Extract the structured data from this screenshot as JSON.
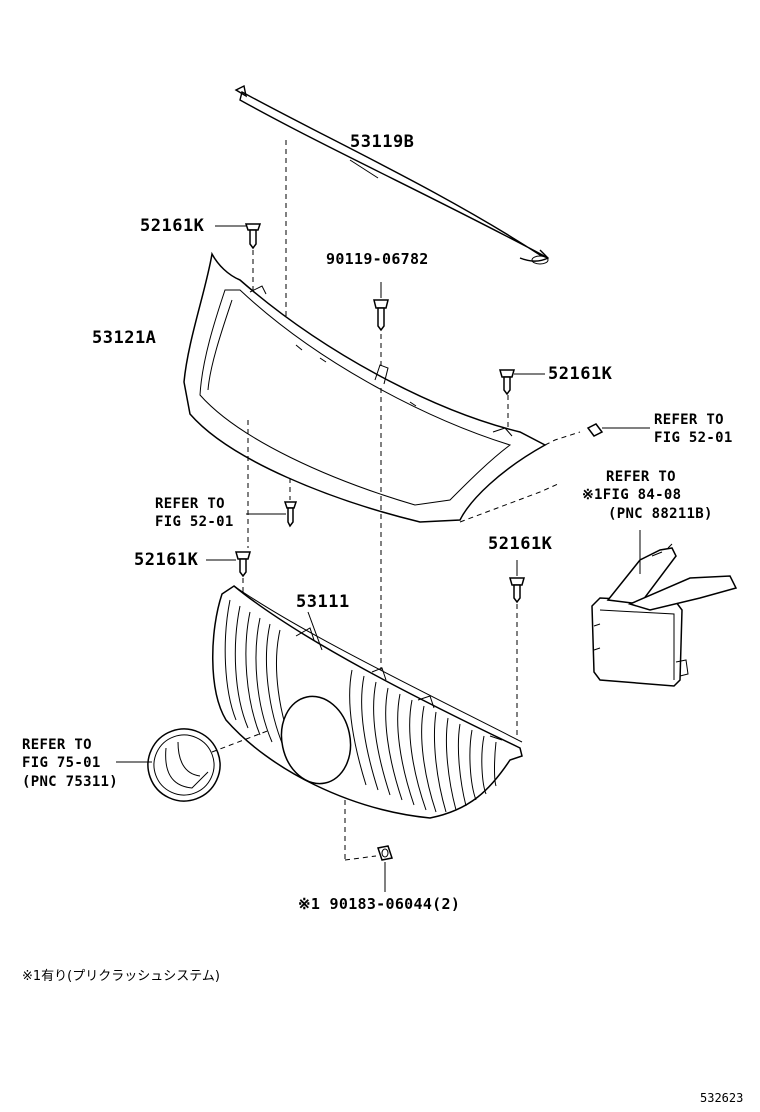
{
  "parts": {
    "molding": "53119B",
    "clip_top_left": "52161K",
    "screw_top": "90119-06782",
    "panel": "53121A",
    "clip_right": "52161K",
    "clip_mid_left": "52161K",
    "clip_mid_right": "52161K",
    "grille": "53111",
    "nut_bottom": "※1 90183-06044(2)"
  },
  "references": {
    "fig_52_01_right": [
      "REFER TO",
      "FIG 52-01"
    ],
    "fig_52_01_left": [
      "REFER TO",
      "FIG 52-01"
    ],
    "fig_84_08": [
      "REFER TO",
      "※1FIG 84-08",
      "(PNC 88211B)"
    ],
    "fig_75_01": [
      "REFER TO",
      "FIG 75-01",
      "(PNC 75311)"
    ]
  },
  "footnote": "※1有り(プリクラッシュシステム)",
  "figure_number": "532623"
}
